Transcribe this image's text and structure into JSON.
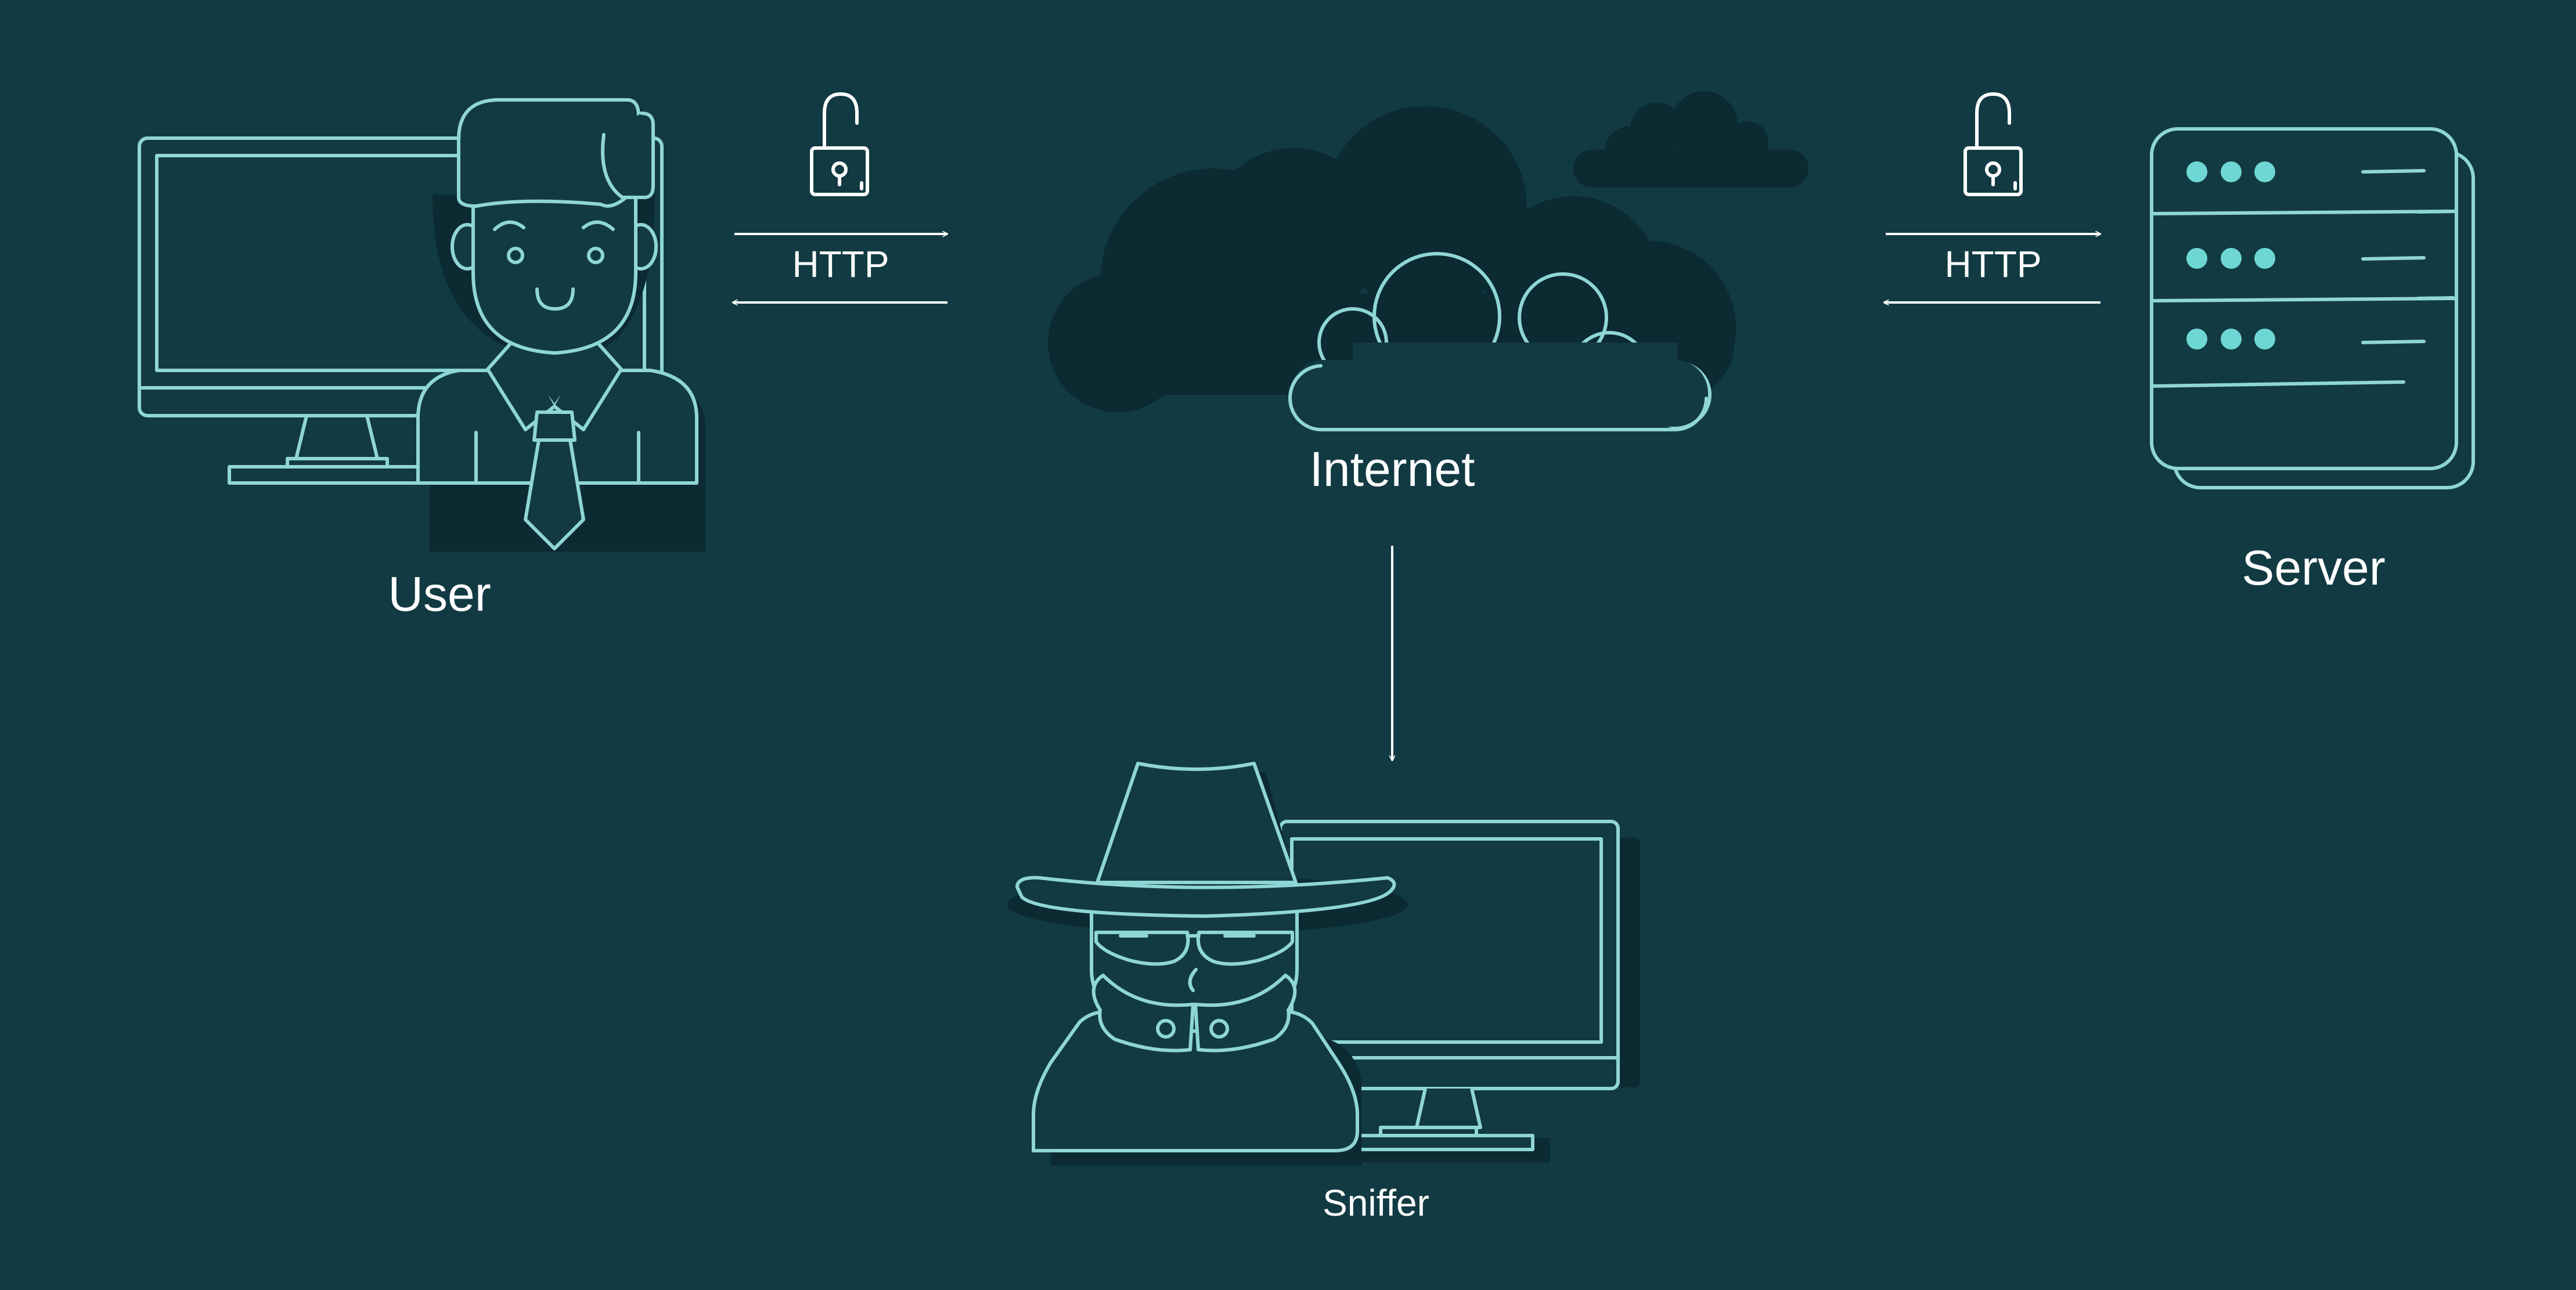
{
  "theme": {
    "background": "#123a43",
    "line": "#8fd6d6",
    "shadow": "#0b2a31",
    "accent_dot": "#6fd7d3",
    "text": "#ffffff"
  },
  "nodes": {
    "user": {
      "label": "User",
      "icon": "person-with-monitor-icon"
    },
    "internet": {
      "label": "Internet",
      "icon": "cloud-icon"
    },
    "server": {
      "label": "Server",
      "icon": "server-rack-icon"
    },
    "sniffer": {
      "label": "Sniffer",
      "icon": "spy-with-monitor-icon"
    }
  },
  "connections": {
    "user_internet": {
      "protocol": "HTTP",
      "icon": "unlocked-padlock-icon",
      "direction": "bidirectional"
    },
    "internet_server": {
      "protocol": "HTTP",
      "icon": "unlocked-padlock-icon",
      "direction": "bidirectional"
    },
    "internet_sniffer": {
      "direction": "down"
    }
  }
}
